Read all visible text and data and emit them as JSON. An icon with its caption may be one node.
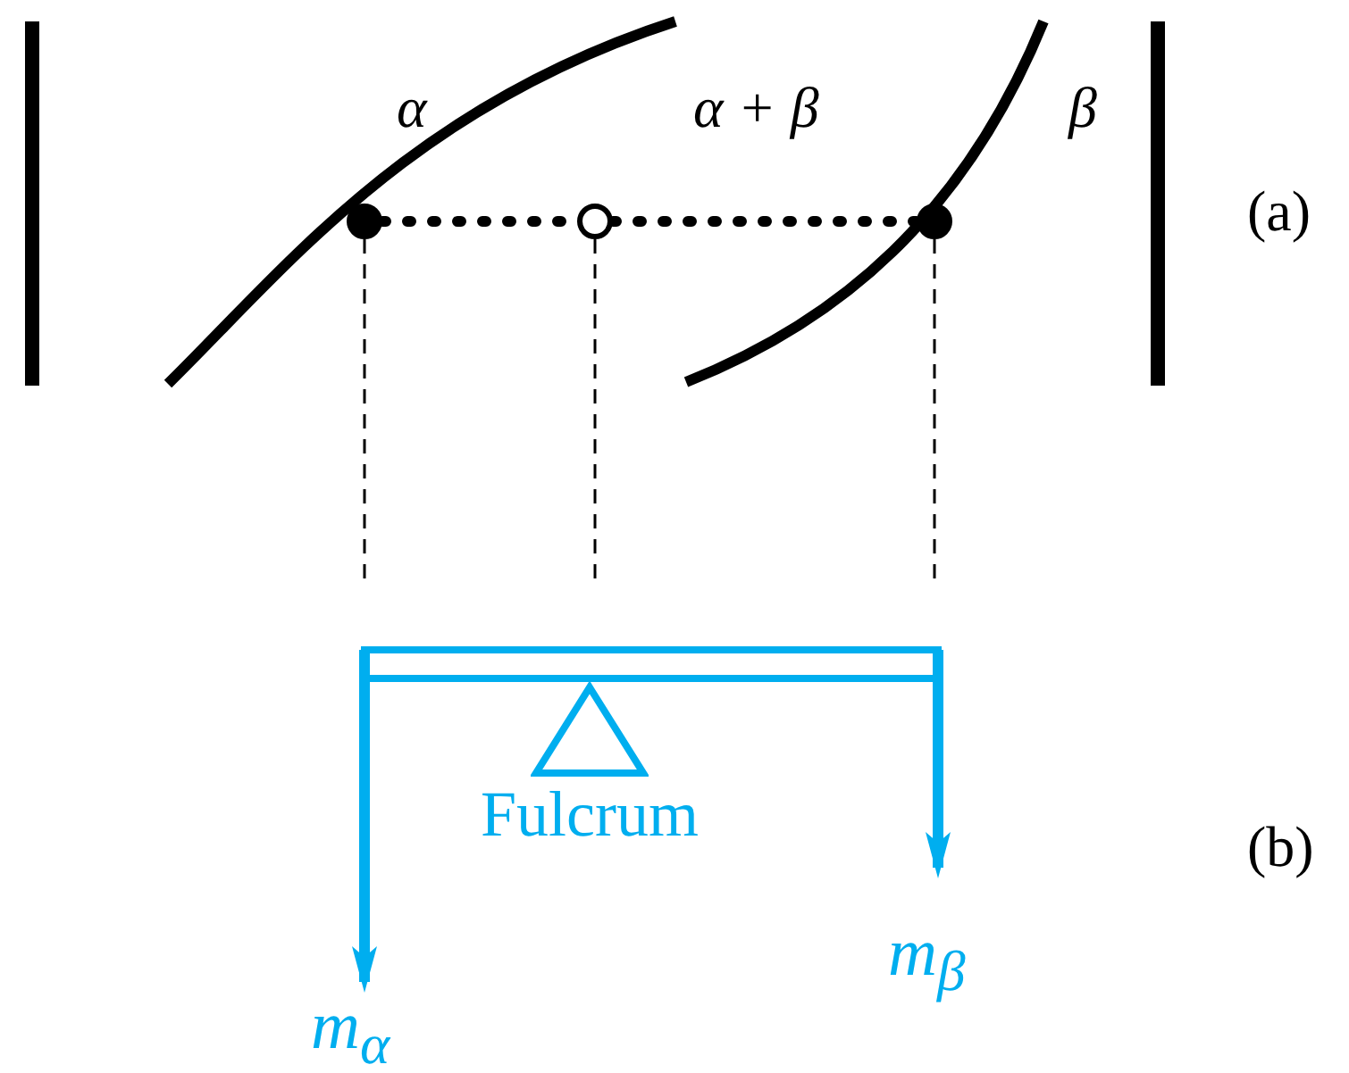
{
  "diagram": {
    "nodes": [
      {
        "text": [],
        "shape": "circle"
      },
      {
        "text": [],
        "shape": "circle"
      },
      {
        "text": [],
        "shape": "circle"
      },
      {
        "text": [
          "Fulcrum"
        ]
      }
    ],
    "edges": [
      {
        "from": 0,
        "to": 1,
        "arrow": "none",
        "style": "dashed"
      },
      {
        "from": 1,
        "to": 2,
        "arrow": "none",
        "style": "dashed"
      },
      {
        "from": 0,
        "to": null,
        "arrow": "none",
        "style": "dashed"
      },
      {
        "from": 1,
        "to": null,
        "arrow": "none",
        "style": "dashed"
      },
      {
        "from": 2,
        "to": null,
        "arrow": "none",
        "style": "dashed"
      }
    ],
    "labels": [
      "α",
      "α + β",
      "β",
      "(a)",
      "(b)",
      "m$_{β}$",
      "m$_{α}$"
    ]
  }
}
